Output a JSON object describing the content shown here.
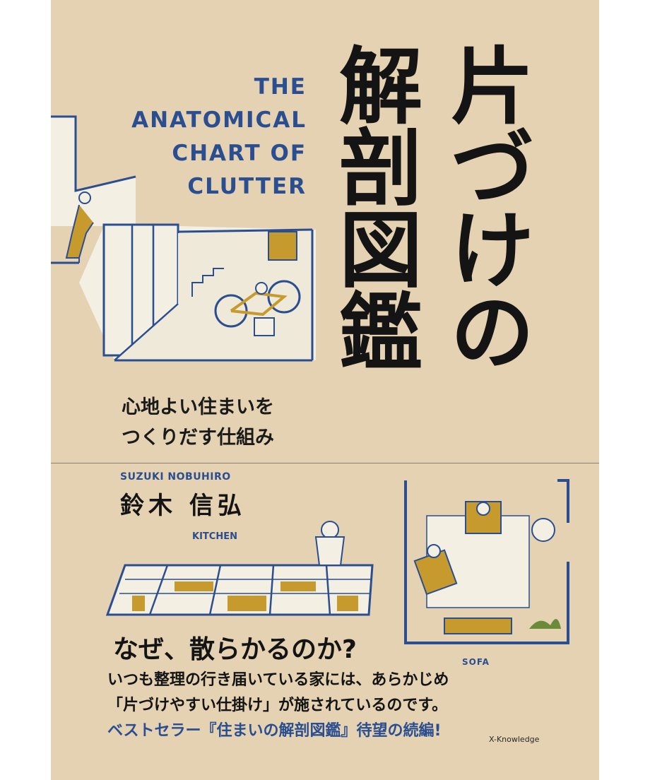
{
  "cover": {
    "title_jp": [
      "片",
      "づ",
      "け",
      "の",
      "解",
      "剖",
      "図",
      "鑑"
    ],
    "title_en": [
      "THE",
      "ANATOMICAL",
      "CHART OF",
      "CLUTTER"
    ],
    "subtitle": [
      "心地よい住まいを",
      "つくりだす仕組み"
    ],
    "author_en": "SUZUKI NOBUHIRO",
    "author_jp": "鈴木 信弘",
    "kitchen_label": "KITCHEN",
    "sofa_label": "SOFA",
    "tagline": {
      "headline": "なぜ、散らかるのか?",
      "line1": "いつも整理の行き届いている家には、あらかじめ",
      "line2": "「片づけやすい仕掛け」が施されているのです。",
      "line3": "ベストセラー『住まいの解剖図鑑』待望の続編!"
    },
    "publisher": "X-Knowledge"
  },
  "colors": {
    "background": "#e4d2b3",
    "accent_blue": "#2a4e8f",
    "accent_mustard": "#c79a2e",
    "text": "#141414"
  }
}
